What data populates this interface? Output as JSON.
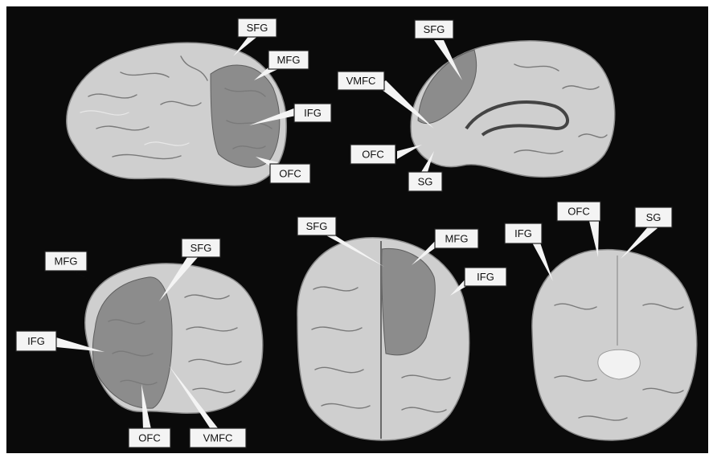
{
  "panels": [
    {
      "view": "lateral",
      "labels": [
        "SFG",
        "MFG",
        "IFG",
        "OFC"
      ]
    },
    {
      "view": "medial",
      "labels": [
        "SFG",
        "VMFC",
        "OFC",
        "SG"
      ]
    },
    {
      "view": "frontal",
      "labels": [
        "MFG",
        "SFG",
        "IFG",
        "OFC",
        "VMFC"
      ]
    },
    {
      "view": "dorsal",
      "labels": [
        "SFG",
        "MFG",
        "IFG"
      ]
    },
    {
      "view": "ventral",
      "labels": [
        "IFG",
        "OFC",
        "SG"
      ]
    }
  ],
  "colors": {
    "background": "#0a0a0a",
    "brain_surface": "#cfcfcf",
    "highlighted_region": "#8c8c8c",
    "label_box": "#f4f4f4"
  }
}
